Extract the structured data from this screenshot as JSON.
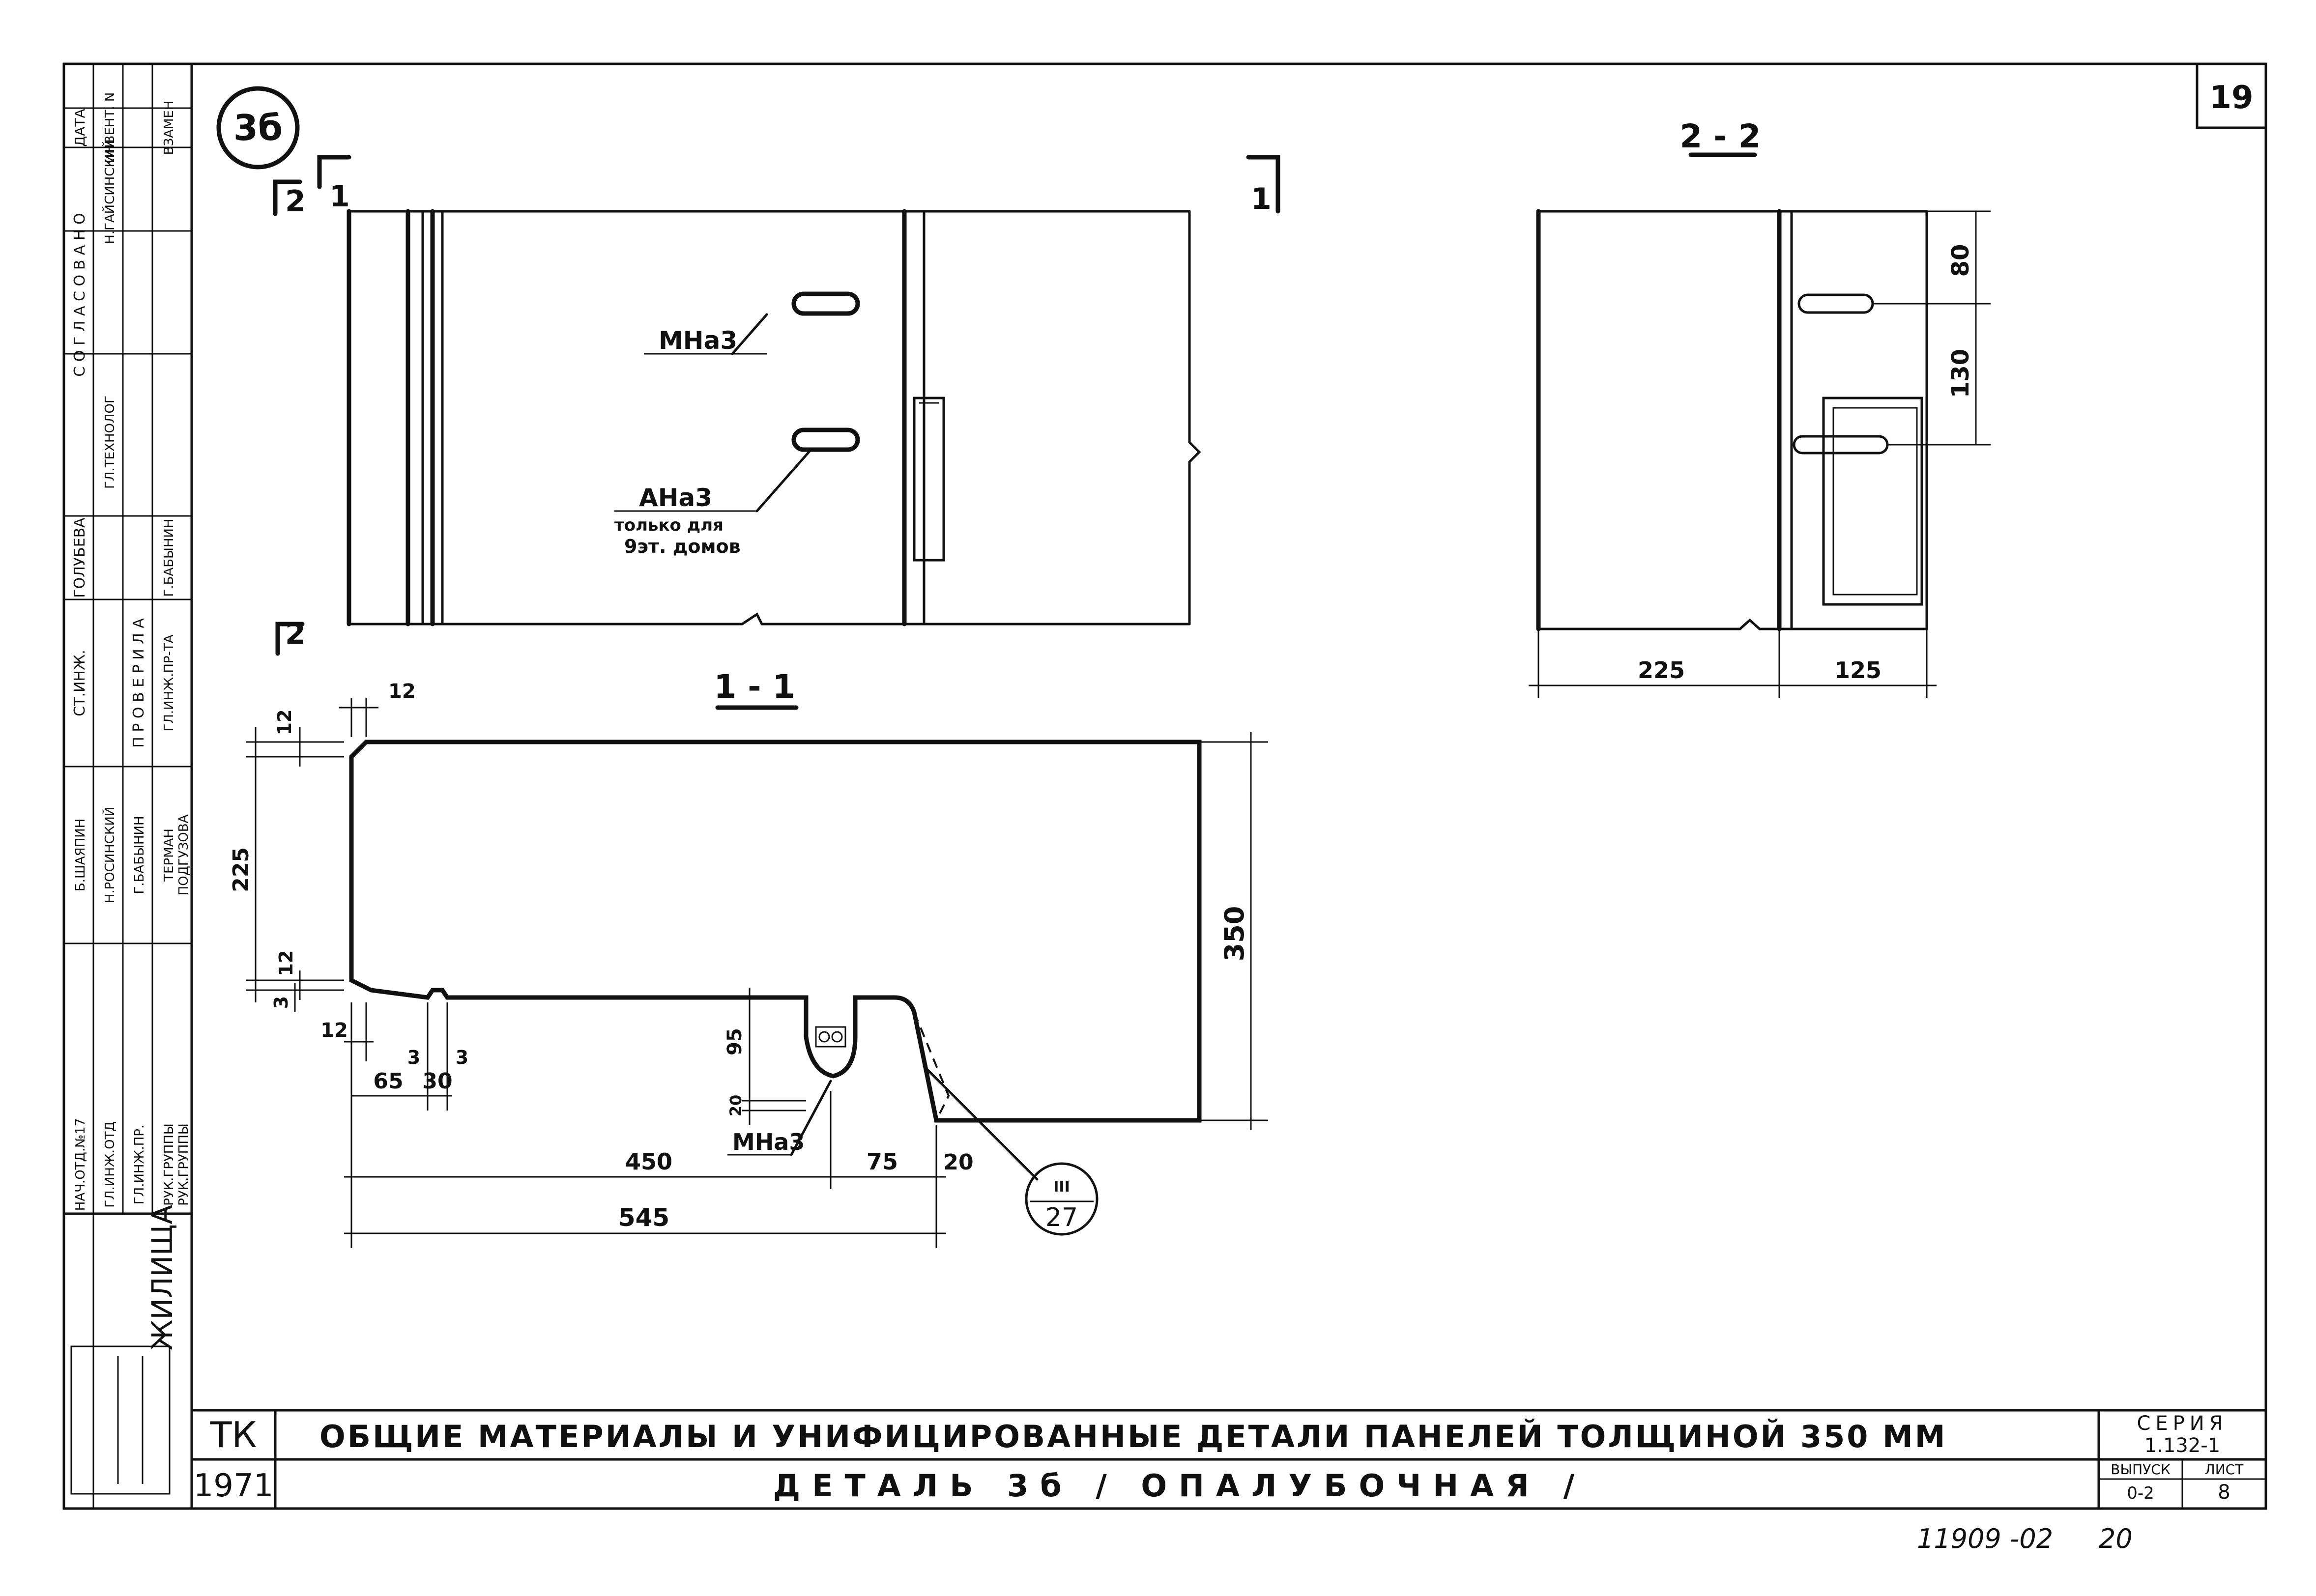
{
  "sheet": {
    "page_number": "19",
    "detail_mark": "3б",
    "bottom_stamp": "11909 -02",
    "bottom_stamp_2": "20"
  },
  "views": {
    "plan": {
      "section_12": "2",
      "section_11": "1",
      "section_11r": "1",
      "section_2b": "2",
      "label_mn": "МНа3",
      "label_an": "АНа3",
      "note_1": "только для",
      "note_2": "9эт. домов"
    },
    "section_2_2": {
      "title": "2 - 2",
      "dim_80": "80",
      "dim_130": "130",
      "dim_225": "225",
      "dim_125": "125"
    },
    "section_1_1": {
      "title": "1 - 1",
      "dim_12_top": "12",
      "dim_12_left": "12",
      "dim_225": "225",
      "dim_12_mid": "12",
      "dim_3_a": "3",
      "dim_12_b": "12",
      "dim_65": "65",
      "dim_3_b": "3",
      "dim_30": "30",
      "dim_3_c": "3",
      "dim_95": "95",
      "dim_20_small": "20",
      "label_mn": "МНа3",
      "dim_450": "450",
      "dim_75": "75",
      "dim_20": "20",
      "dim_545": "545",
      "dim_350": "350",
      "ref_top": "III",
      "ref_bottom": "27"
    }
  },
  "title_block": {
    "org": "ТК",
    "year": "1971",
    "title_1": "ОБЩИЕ МАТЕРИАЛЫ И УНИФИЦИРОВАННЫЕ ДЕТАЛИ ПАНЕЛЕЙ ТОЛЩИНОЙ 350 ММ",
    "title_2": "ДЕТАЛЬ 3б / ОПАЛУБОЧНАЯ /",
    "series_label": "СЕРИЯ",
    "series_value": "1.132-1",
    "issue_label": "ВЫПУСК",
    "issue_value": "0-2",
    "sheet_label": "ЛИСТ",
    "sheet_value": "8"
  },
  "side_stamp": {
    "org_name": "ЖИЛИЩА",
    "agreed_header": "С О Г Л А С О В А Н О",
    "checked_header": "П Р О В Е Р И Л А",
    "date_label": "ДАТА",
    "inv_label": "ИНВЕНТ. N",
    "replace_label": "ВЗАМЕН",
    "rows": [
      {
        "role": "НАЧ.ОТД.№17",
        "name": "Б.ШАЯПИН"
      },
      {
        "role": "ГЛ.ИНЖ.ОТД",
        "name": "Н.РОСИНСКИЙ"
      },
      {
        "role": "ГЛ.ИНЖ.ПР.",
        "name": "Г.БАБЫНИН"
      },
      {
        "role": "РУК.ГРУППЫ",
        "name": "ТЕРМАН"
      },
      {
        "role": "РУК.ГРУППЫ",
        "name": "ПОДГУЗОВА"
      }
    ],
    "extra": [
      {
        "role": "СТ.ИНЖ.",
        "name": "ГОЛУБЕВА"
      },
      {
        "role": "ГЛ.ТЕХНОЛОГ",
        "name": "Н.ГАЙСИНСКИЙ"
      },
      {
        "role": "ГЛ.ИНЖ.ПР-ТА",
        "name": "Г.БАБЫНИН"
      }
    ]
  }
}
